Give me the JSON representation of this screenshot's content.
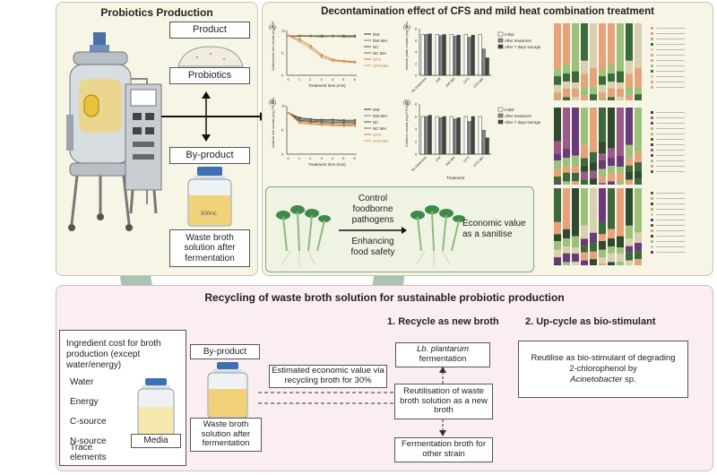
{
  "production": {
    "title": "Probiotics Production",
    "product_label": "Product",
    "probiotics_label": "Probiotics",
    "byproduct_label": "By-product",
    "bottle_volume": "500mL",
    "waste_label": "Waste broth solution after fermentation"
  },
  "decontamination": {
    "title": "Decontamination effect of CFS and mild heat combination treatment",
    "panel_A": "(A)",
    "panel_B": "(B)",
    "line_xlabel": "Treatment time (min)",
    "line_ylabel_A": "Salmonella cell counts (log CFU/mL)",
    "line_ylabel_B": "Listeria cell counts (log CFU/mL)",
    "bar_ylabel_A": "Aerobic plate counts (log CFU/g)",
    "bar_ylabel_B": "Coliform counts (log CFU/g)",
    "bar_xlabel": "Treatment",
    "series": [
      "DW",
      "DW MH",
      "NC",
      "NC MH",
      "CFS",
      "CFS MH"
    ],
    "bar_categories": [
      "No treatment",
      "DW",
      "DW MH",
      "CFS",
      "CFS MH"
    ],
    "bar_legend": [
      "Initial",
      "After treatment",
      "After 7 days storage"
    ],
    "control_text": "Control foodborne pathogens",
    "enhance_text": "Enhancing food safety",
    "economic_text": "Economic value as a sanitise",
    "colors": {
      "accent_green": "#3f8a4a",
      "arrow_teal": "#9bb8a7",
      "panel_bg": "#f7f5e6",
      "recycle_bg": "#fbeef0"
    }
  },
  "recycling": {
    "title": "Recycling of waste broth solution for sustainable probiotic production",
    "cost_title": "Ingredient cost for broth production (except water/energy)",
    "ingredients": [
      "Water",
      "Energy",
      "C-source",
      "N-source",
      "Trace elements"
    ],
    "media_label": "Media",
    "byproduct_label": "By-product",
    "bottle_volume": "500mL",
    "waste_label": "Waste broth solution after fermentation",
    "estimated_value": "Estimated economic value via recycling broth for 30%",
    "section1_title": "1.  Recycle as new broth",
    "lb_plantarum": "Lb. plantarum",
    "lb_fermentation": "fermentation",
    "reutilisation": "Reutilisation of waste broth solution as a new broth",
    "fermentation_other": "Fermentation broth for other strain",
    "section2_title": "2.  Up-cycle as bio-stimulant",
    "biostimulant_line1": "Reutilise as bio-stimulant of degrading",
    "biostimulant_line2": "2-chlorophenol by",
    "biostimulant_species": "Acinetobacter",
    "biostimulant_sp": " sp."
  },
  "chart_data": [
    {
      "type": "line",
      "panel": "(A)",
      "xlabel": "Treatment time (min)",
      "ylabel": "Salmonella cell counts (log CFU/mL)",
      "x": [
        0,
        1,
        2,
        3,
        4,
        5,
        6
      ],
      "ylim": [
        0,
        10
      ],
      "series": [
        {
          "name": "DW",
          "values": [
            8.8,
            8.8,
            8.8,
            8.8,
            8.8,
            8.8,
            8.8
          ]
        },
        {
          "name": "DW MH",
          "values": [
            8.8,
            8.7,
            8.8,
            8.7,
            8.8,
            8.7,
            8.8
          ]
        },
        {
          "name": "NC",
          "values": [
            8.8,
            8.8,
            8.7,
            8.8,
            8.7,
            8.8,
            8.7
          ]
        },
        {
          "name": "NC MH",
          "values": [
            8.8,
            8.7,
            8.7,
            8.6,
            8.7,
            8.6,
            8.6
          ]
        },
        {
          "name": "CFS",
          "values": [
            8.8,
            8.0,
            6.5,
            4.5,
            3.5,
            3.2,
            3.0
          ]
        },
        {
          "name": "CFS MH",
          "values": [
            8.8,
            7.5,
            6.0,
            4.0,
            3.2,
            3.0,
            2.8
          ]
        }
      ]
    },
    {
      "type": "line",
      "panel": "(B)",
      "xlabel": "Treatment time (min)",
      "ylabel": "Listeria cell counts (log CFU/mL)",
      "x": [
        0,
        1,
        2,
        3,
        4,
        5,
        6
      ],
      "ylim": [
        0,
        10
      ],
      "series": [
        {
          "name": "DW",
          "values": [
            8.5,
            7.5,
            7.2,
            7.1,
            7.1,
            7.0,
            7.0
          ]
        },
        {
          "name": "DW MH",
          "values": [
            8.5,
            7.2,
            7.0,
            6.9,
            6.9,
            6.8,
            6.8
          ]
        },
        {
          "name": "NC",
          "values": [
            8.5,
            7.0,
            6.8,
            6.7,
            6.6,
            6.6,
            6.5
          ]
        },
        {
          "name": "NC MH",
          "values": [
            8.5,
            6.8,
            6.6,
            6.5,
            6.4,
            6.3,
            6.3
          ]
        },
        {
          "name": "CFS",
          "values": [
            8.5,
            6.5,
            6.3,
            6.2,
            6.1,
            6.0,
            6.0
          ]
        },
        {
          "name": "CFS MH",
          "values": [
            8.5,
            6.4,
            6.2,
            6.0,
            5.9,
            5.8,
            5.8
          ]
        }
      ]
    },
    {
      "type": "bar",
      "panel": "(A)",
      "ylabel": "Aerobic plate counts (log CFU/g)",
      "ylim": [
        0,
        8
      ],
      "categories": [
        "No treatment",
        "DW",
        "DW MH",
        "CFS",
        "CFS MH"
      ],
      "series": [
        {
          "name": "Initial",
          "values": [
            7.0,
            7.0,
            7.0,
            7.0,
            7.0
          ]
        },
        {
          "name": "After treatment",
          "values": [
            7.0,
            6.8,
            6.7,
            6.5,
            4.5
          ]
        },
        {
          "name": "After 7 days storage",
          "values": [
            7.1,
            7.0,
            6.9,
            6.9,
            3.0
          ]
        }
      ]
    },
    {
      "type": "bar",
      "panel": "(B)",
      "ylabel": "Coliform counts (log CFU/g)",
      "xlabel": "Treatment",
      "ylim": [
        0,
        8
      ],
      "categories": [
        "No treatment",
        "DW",
        "DW MH",
        "CFS",
        "CFS MH"
      ],
      "series": [
        {
          "name": "Initial",
          "values": [
            6.0,
            6.0,
            6.0,
            6.0,
            6.0
          ]
        },
        {
          "name": "After treatment",
          "values": [
            6.0,
            5.8,
            5.6,
            5.2,
            3.8
          ]
        },
        {
          "name": "After 7 days storage",
          "values": [
            6.2,
            6.0,
            5.8,
            6.0,
            2.6
          ]
        }
      ]
    }
  ]
}
